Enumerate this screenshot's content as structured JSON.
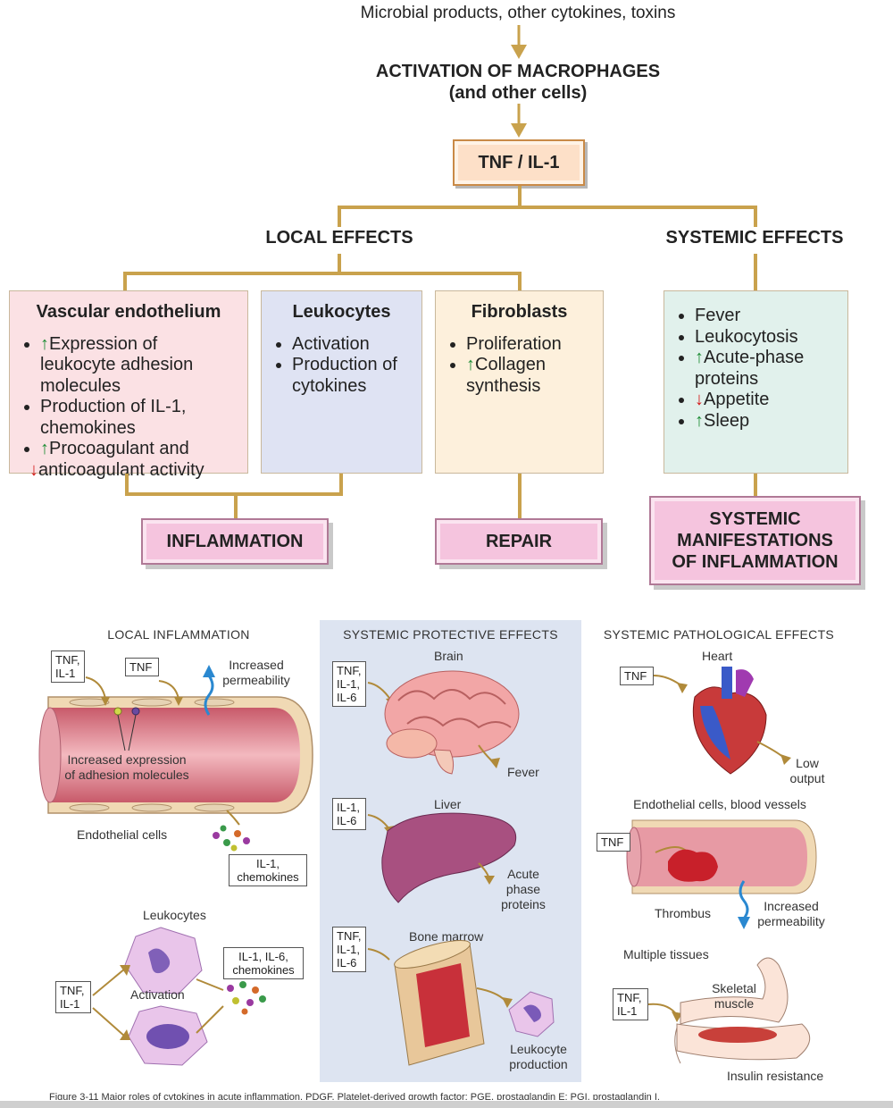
{
  "flow": {
    "top_text": "Microbial products, other cytokines, toxins",
    "activation_line1": "ACTIVATION OF MACROPHAGES",
    "activation_line2": "(and other cells)",
    "tnf_box": "TNF / IL-1",
    "local_effects": "LOCAL EFFECTS",
    "systemic_effects": "SYSTEMIC EFFECTS"
  },
  "panels": {
    "vascular": {
      "title": "Vascular endothelium",
      "items": [
        {
          "arrow": "↑",
          "text": "Expression of leukocyte adhesion molecules"
        },
        {
          "arrow": "",
          "text": "Production of IL-1, chemokines"
        },
        {
          "arrow": "↑",
          "text": "Procoagulant and",
          "arrow2": "↓",
          "text2": "anticoagulant activity"
        }
      ]
    },
    "leukocytes": {
      "title": "Leukocytes",
      "items": [
        "Activation",
        "Production of cytokines"
      ]
    },
    "fibroblasts": {
      "title": "Fibroblasts",
      "items": [
        {
          "arrow": "",
          "text": "Proliferation"
        },
        {
          "arrow": "↑",
          "text": "Collagen synthesis"
        }
      ]
    },
    "systemic": {
      "items": [
        {
          "arrow": "",
          "text": "Fever"
        },
        {
          "arrow": "",
          "text": "Leukocytosis"
        },
        {
          "arrow": "↑",
          "text": "Acute-phase proteins"
        },
        {
          "arrow": "↓",
          "text": "Appetite"
        },
        {
          "arrow": "↑",
          "text": "Sleep"
        }
      ]
    }
  },
  "outcomes": {
    "inflammation": "INFLAMMATION",
    "repair": "REPAIR",
    "systemic_line1": "SYSTEMIC",
    "systemic_line2": "MANIFESTATIONS",
    "systemic_line3": "OF INFLAMMATION"
  },
  "local": {
    "title": "LOCAL INFLAMMATION",
    "tag_tnf_il1": "TNF,\nIL-1",
    "tag_tnf": "TNF",
    "increased_permeability": "Increased permeability",
    "increased_expression": "Increased expression of adhesion molecules",
    "endothelial_cells": "Endothelial cells",
    "il1_chemokines": "IL-1, chemokines",
    "leukocytes": "Leukocytes",
    "activation": "Activation",
    "il1_il6_chemokines": "IL-1, IL-6, chemokines",
    "tag_tnf_il1_b": "TNF,\nIL-1"
  },
  "protective": {
    "title": "SYSTEMIC PROTECTIVE EFFECTS",
    "brain": "Brain",
    "tag_brain": "TNF,\nIL-1,\nIL-6",
    "fever": "Fever",
    "liver": "Liver",
    "tag_liver": "IL-1,\nIL-6",
    "acute_phase": "Acute phase proteins",
    "bone_marrow": "Bone marrow",
    "tag_marrow": "TNF,\nIL-1,\nIL-6",
    "leukocyte_production": "Leukocyte production"
  },
  "pathological": {
    "title": "SYSTEMIC PATHOLOGICAL EFFECTS",
    "heart": "Heart",
    "tag_heart": "TNF",
    "low_output": "Low output",
    "endothelial_vessels": "Endothelial cells, blood vessels",
    "tag_vessel": "TNF",
    "thrombus": "Thrombus",
    "increased_permeability": "Increased permeability",
    "multiple_tissues": "Multiple tissues",
    "tag_muscle": "TNF,\nIL-1",
    "skeletal_muscle": "Skeletal muscle",
    "insulin_resistance": "Insulin resistance"
  },
  "caption": "Figure 3-11 Major roles of cytokines in acute inflammation. PDGF, Platelet-derived growth factor; PGE, prostaglandin E; PGI, prostaglandin I.",
  "colors": {
    "connector": "#c9a24d",
    "vascular_bg": "#fbe1e4",
    "leukocytes_bg": "#dfe3f3",
    "fibroblasts_bg": "#fdf0dc",
    "systemic_bg": "#e1f1ec",
    "outcome_bg": "#f5c4de",
    "tnf_bg": "#fde0c8",
    "protective_panel": "#dde4f1"
  }
}
